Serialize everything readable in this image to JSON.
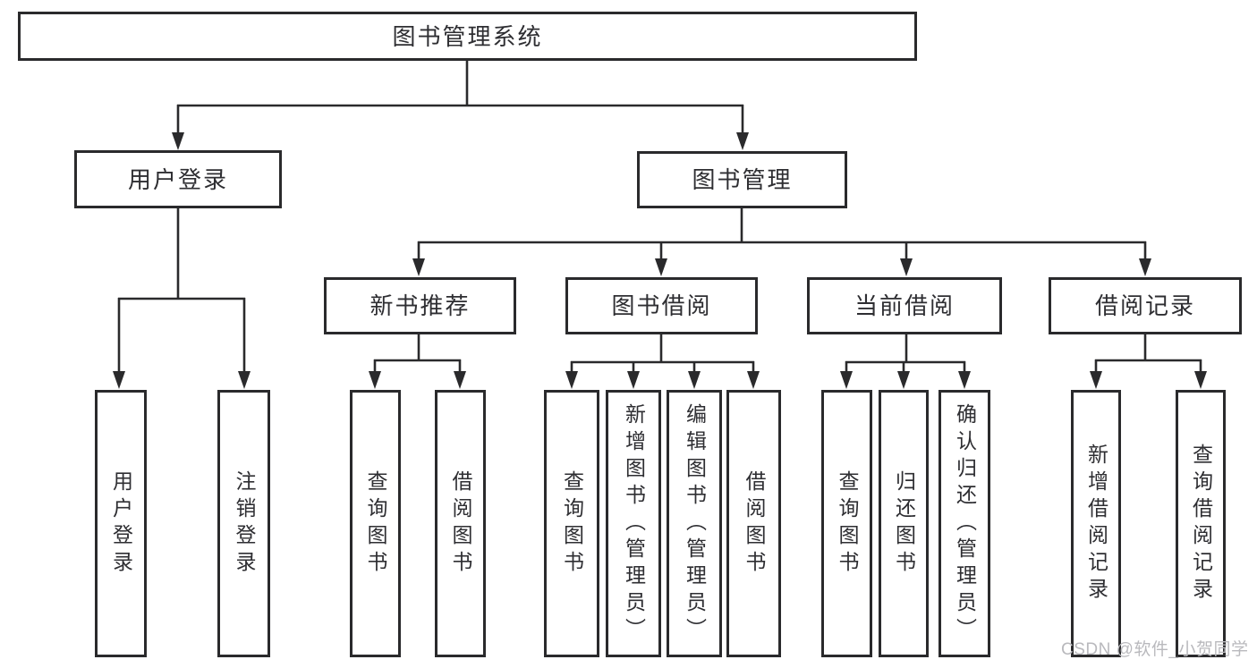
{
  "diagram": {
    "root": {
      "label": "图书管理系统"
    },
    "branches": [
      {
        "label": "用户登录",
        "children": [
          {
            "label": "用户登录"
          },
          {
            "label": "注销登录"
          }
        ]
      },
      {
        "label": "图书管理",
        "children": [
          {
            "label": "新书推荐",
            "children": [
              {
                "label": "查询图书"
              },
              {
                "label": "借阅图书"
              }
            ]
          },
          {
            "label": "图书借阅",
            "children": [
              {
                "label": "查询图书"
              },
              {
                "label": "新增图书（管理员）"
              },
              {
                "label": "编辑图书（管理员）"
              },
              {
                "label": "借阅图书"
              }
            ]
          },
          {
            "label": "当前借阅",
            "children": [
              {
                "label": "查询图书"
              },
              {
                "label": "归还图书"
              },
              {
                "label": "确认归还（管理员）"
              }
            ]
          },
          {
            "label": "借阅记录",
            "children": [
              {
                "label": "新增借阅记录"
              },
              {
                "label": "查询借阅记录"
              }
            ]
          }
        ]
      }
    ]
  },
  "watermark": {
    "text": "CSDN @软件_小贺同学"
  },
  "colors": {
    "line": "#2a2a2c",
    "box_border": "#2a2a2c",
    "text": "#2e2e32",
    "watermark": "#b9b9bd",
    "background": "#ffffff"
  }
}
